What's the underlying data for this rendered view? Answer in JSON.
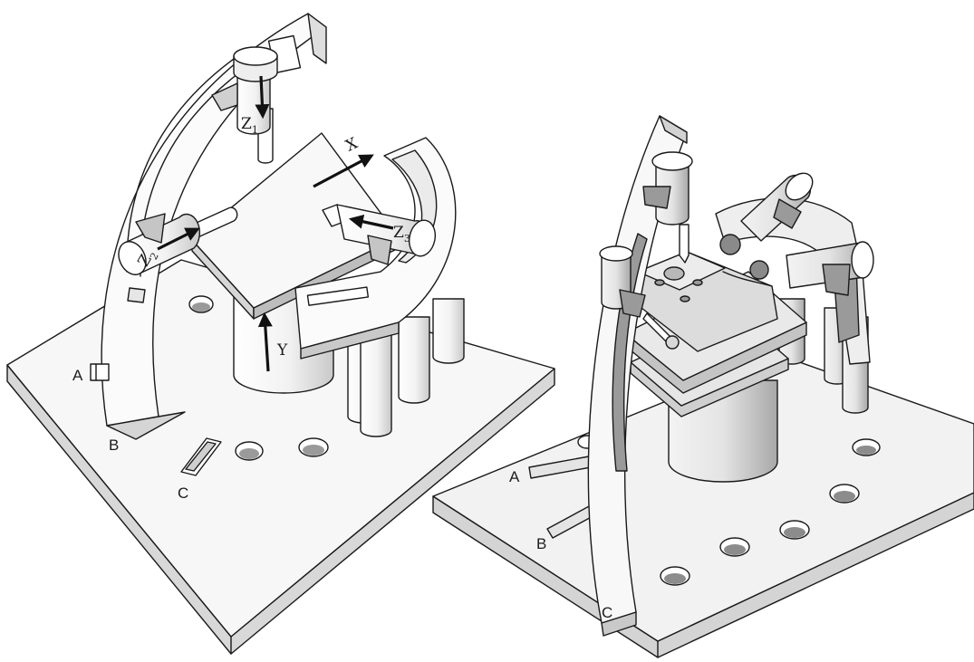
{
  "left_fixture": {
    "axis_labels": {
      "x": "X",
      "y": "Y",
      "z1": "Z",
      "z1_sub": "1",
      "z2": "Z",
      "z2_sub": "2",
      "z3": "Z",
      "z3_sub": "3"
    },
    "part_labels": {
      "a": "A",
      "b": "B",
      "c": "C"
    }
  },
  "right_fixture": {
    "part_labels": {
      "a": "A",
      "b": "B",
      "c": "C"
    }
  },
  "colors": {
    "outline": "#1a1a1a",
    "surface_light": "#f4f4f4",
    "surface_mid": "#d9d9d9",
    "surface_dark": "#9a9a9a",
    "arrow": "#111111"
  }
}
